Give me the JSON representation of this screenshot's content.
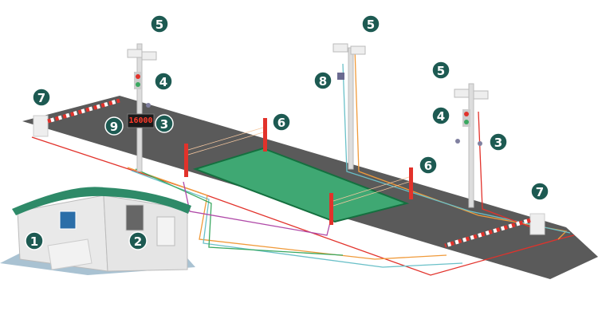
{
  "colors": {
    "badge": "#1d5a52",
    "road": "#5a5a5a",
    "platform": "#3fa873",
    "platform_border": "#14703f",
    "roof": "#2e8a68",
    "barrier_red": "#e2322b"
  },
  "display": {
    "value": "16000"
  },
  "badges": [
    {
      "id": "camera-pole-left",
      "label": "5"
    },
    {
      "id": "camera-pole-middle",
      "label": "5"
    },
    {
      "id": "camera-pole-right",
      "label": "5"
    },
    {
      "id": "traffic-light-left",
      "label": "4"
    },
    {
      "id": "traffic-light-right",
      "label": "4"
    },
    {
      "id": "barrier-gate-left",
      "label": "7"
    },
    {
      "id": "barrier-gate-right",
      "label": "7"
    },
    {
      "id": "display-board",
      "label": "9"
    },
    {
      "id": "camera-left",
      "label": "3"
    },
    {
      "id": "camera-right",
      "label": "3"
    },
    {
      "id": "infrared-grating-left",
      "label": "6"
    },
    {
      "id": "infrared-grating-right",
      "label": "6"
    },
    {
      "id": "spotlight-camera",
      "label": "8"
    },
    {
      "id": "control-desk",
      "label": "1"
    },
    {
      "id": "control-cabinet",
      "label": "2"
    }
  ]
}
